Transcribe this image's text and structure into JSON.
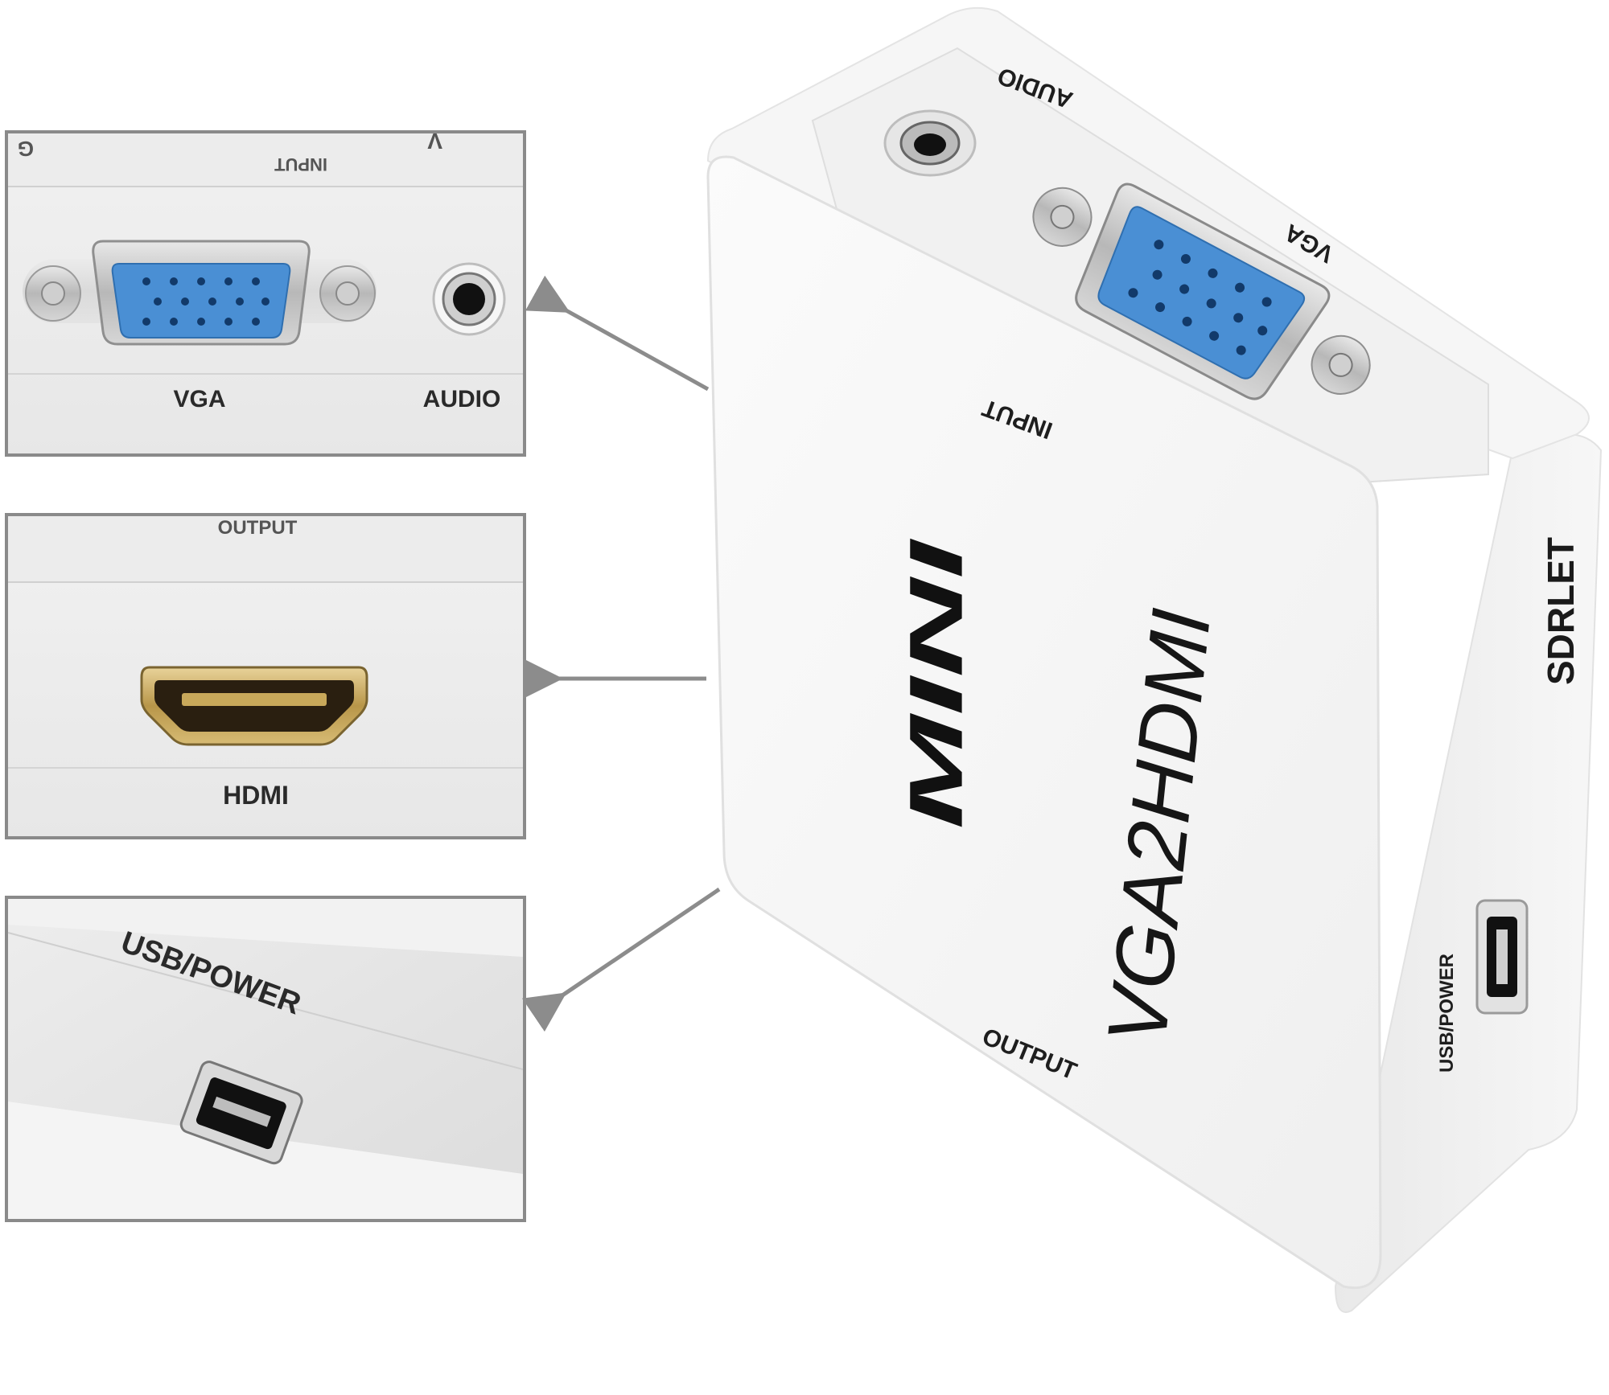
{
  "panels": {
    "vga_audio": {
      "cut_top_left": "G",
      "cut_top_center": "INPUT",
      "cut_top_right": "V",
      "vga_label": "VGA",
      "audio_label": "AUDIO"
    },
    "hdmi": {
      "cut_top": "OUTPUT",
      "hdmi_label": "HDMI"
    },
    "usb": {
      "usb_label": "USB/POWER"
    }
  },
  "device": {
    "top_audio_label": "AUDIO",
    "top_vga_label": "VGA",
    "input_label": "INPUT",
    "mini_label": "MINI",
    "product_label": "VGA2HDMI",
    "output_label": "OUTPUT",
    "side_usb_label": "USB/POWER",
    "brand_label": "SDRLET"
  },
  "colors": {
    "vga_blue": "#4a8fd4",
    "panel_border": "#8a8a8a",
    "device_body": "#f4f4f4",
    "arrow": "#8c8c8c"
  },
  "icons": [
    "vga-port-icon",
    "audio-jack-icon",
    "hdmi-port-icon",
    "usb-port-icon",
    "arrow-icon"
  ]
}
